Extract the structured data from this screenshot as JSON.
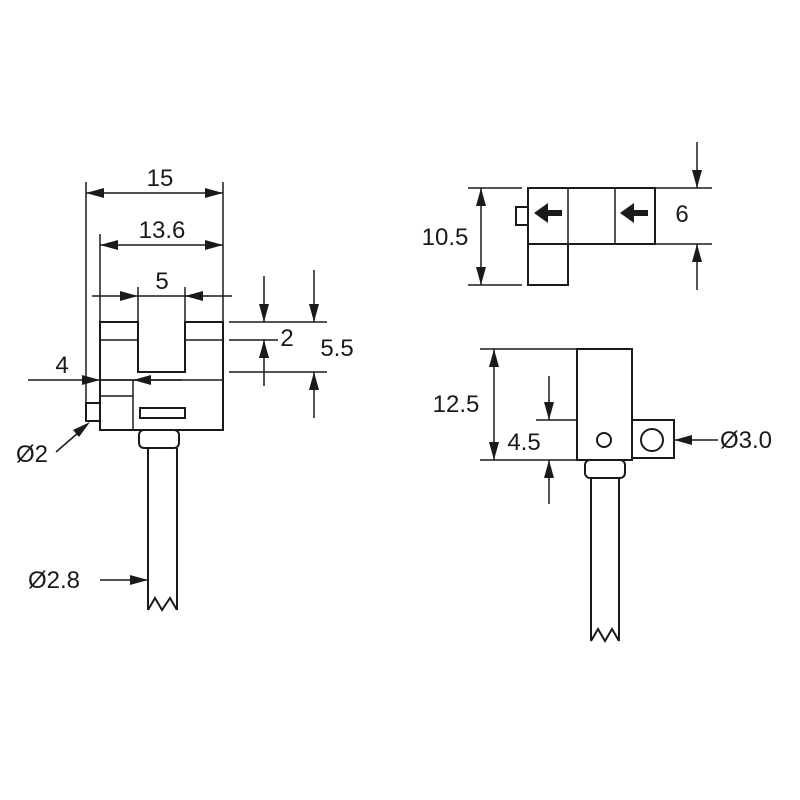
{
  "dimensions": {
    "width_15": "15",
    "width_13_6": "13.6",
    "slot_5": "5",
    "slot_depth_2": "2",
    "height_5_5": "5.5",
    "offset_4": "4",
    "pin_dia_2": "Ø2",
    "cable_dia_2_8": "Ø2.8",
    "top_height_10_5": "10.5",
    "top_height_6": "6",
    "side_height_12_5": "12.5",
    "side_height_4_5": "4.5",
    "hole_dia_3_0": "Ø3.0"
  },
  "colors": {
    "line": "#1a1a1a",
    "background": "#ffffff"
  }
}
